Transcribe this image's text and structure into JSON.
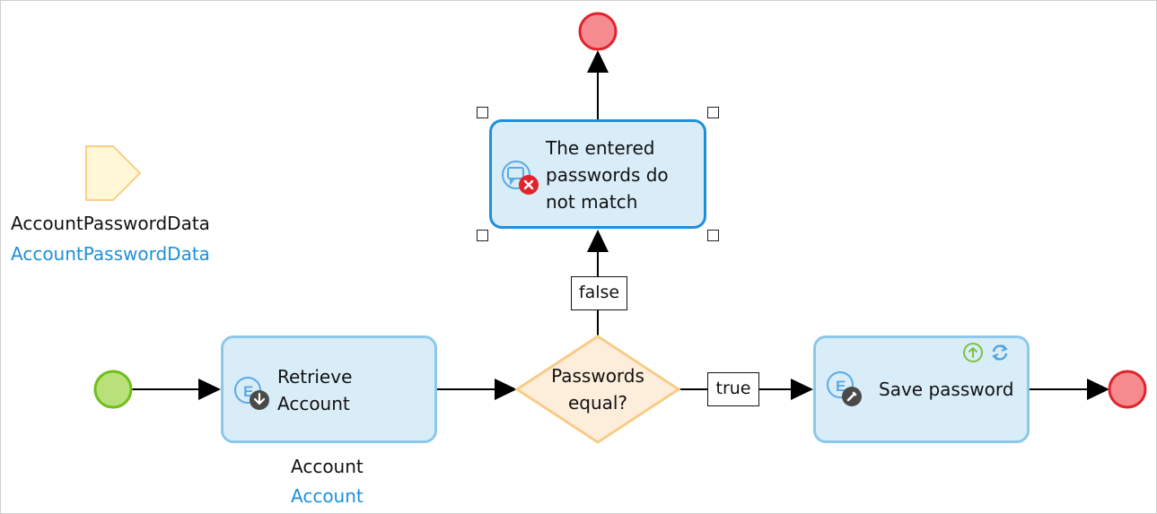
{
  "parameter": {
    "name": "AccountPasswordData",
    "type": "AccountPasswordData"
  },
  "retrieve": {
    "label_line1": "Retrieve",
    "label_line2": "Account",
    "output_name": "Account",
    "output_type": "Account"
  },
  "decision": {
    "label_line1": "Passwords",
    "label_line2": "equal?"
  },
  "error_message": {
    "line1": "The entered",
    "line2": "passwords do",
    "line3": "not match"
  },
  "save": {
    "label": "Save password"
  },
  "edges": {
    "false_label": "false",
    "true_label": "true"
  },
  "colors": {
    "start_event": "#b9e07a",
    "end_event": "#f58a8f",
    "activity_fill": "#d9edf9",
    "selected_border": "#1f8fdb",
    "decision_border": "#f8cc88",
    "parameter_fill": "#fff7d6",
    "variable_type_text": "#1e90d6"
  },
  "icons": {
    "retrieve_badge": "download-icon",
    "error_badge": "close-icon",
    "message_icon": "message-icon",
    "save_badge": "pencil-icon",
    "commit_icon": "arrow-up-icon",
    "refresh_icon": "refresh-icon"
  }
}
